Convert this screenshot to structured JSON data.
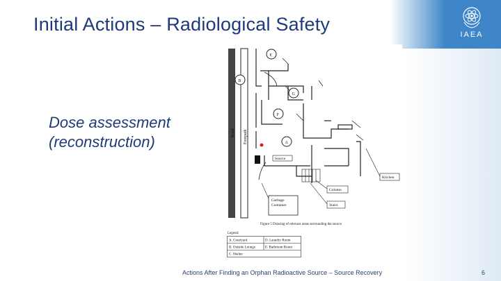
{
  "slide": {
    "title": "Initial Actions – Radiological Safety",
    "subtitle_line1": "Dose assessment",
    "subtitle_line2": "(reconstruction)",
    "footer": "Actions After Finding an Orphan Radioactive Source – Source Recovery",
    "page_number": "6",
    "logo_text": "IAEA"
  },
  "figure": {
    "road_label": "Road",
    "footpath_label": "Footpath",
    "markers": [
      "E",
      "B",
      "G",
      "F",
      "A"
    ],
    "source_label": "Source",
    "garbage_label_1": "Garbage",
    "garbage_label_2": "Container",
    "column_label": "Column",
    "stairs_label": "Stairs",
    "kitchen_label": "Kitchen",
    "caption": "Figure 5   Drawing of relevant areas surrounding the source"
  },
  "legend": {
    "title": "Legend:",
    "rows": [
      [
        "A. Courtyard",
        "D. Laundry Room"
      ],
      [
        "B. Outside Lounge",
        "E. Bathroom Room"
      ],
      [
        "C. Shelter",
        ""
      ]
    ]
  },
  "colors": {
    "title": "#1f3a78",
    "header_band": "#3e86c8",
    "source_dot": "#d62020"
  }
}
